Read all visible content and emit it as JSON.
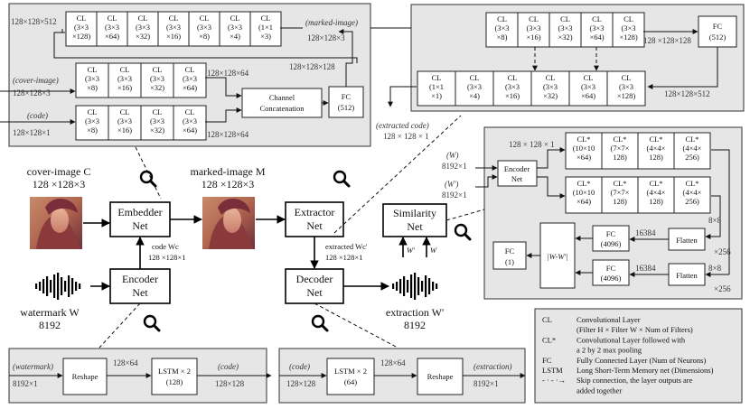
{
  "embed_panel": {
    "top_row": [
      {
        "t": "CL",
        "s": "(3×3",
        "u": "×128)"
      },
      {
        "t": "CL",
        "s": "(3×3",
        "u": "×64)"
      },
      {
        "t": "CL",
        "s": "(3×3",
        "u": "×32)"
      },
      {
        "t": "CL",
        "s": "(3×3",
        "u": "×16)"
      },
      {
        "t": "CL",
        "s": "(3×3",
        "u": "×8)"
      },
      {
        "t": "CL",
        "s": "(3×3",
        "u": "×4)"
      },
      {
        "t": "CL",
        "s": "(1×1",
        "u": "×3)"
      }
    ],
    "top_left_dim": "128×128×512",
    "marked_label": "(marked-image)",
    "marked_dim": "128×128×3",
    "fc_dim": "128×128×128",
    "cover_label": "(cover-image)",
    "cover_dim": "128×128×3",
    "cover_row": [
      {
        "t": "CL",
        "s": "(3×3",
        "u": "×8)"
      },
      {
        "t": "CL",
        "s": "(3×3",
        "u": "×16)"
      },
      {
        "t": "CL",
        "s": "(3×3",
        "u": "×32)"
      },
      {
        "t": "CL",
        "s": "(3×3",
        "u": "×64)"
      }
    ],
    "cover_out_dim": "128×128×64",
    "code_label": "(code)",
    "code_dim": "128×128×1",
    "code_row": [
      {
        "t": "CL",
        "s": "(3×3",
        "u": "×8)"
      },
      {
        "t": "CL",
        "s": "(3×3",
        "u": "×16)"
      },
      {
        "t": "CL",
        "s": "(3×3",
        "u": "×32)"
      },
      {
        "t": "CL",
        "s": "(3×3",
        "u": "×64)"
      }
    ],
    "code_out_dim": "128×128×64",
    "concat_line1": "Channel",
    "concat_line2": "Concatenation",
    "fc_line1": "FC",
    "fc_line2": "(512)"
  },
  "extract_panel": {
    "top_row": [
      {
        "t": "CL",
        "s": "(3×3",
        "u": "×8)"
      },
      {
        "t": "CL",
        "s": "(3×3",
        "u": "×16)"
      },
      {
        "t": "CL",
        "s": "(3×3",
        "u": "×32)"
      },
      {
        "t": "CL",
        "s": "(3×3",
        "u": "×64)"
      },
      {
        "t": "CL",
        "s": "(3×3",
        "u": "×128)"
      }
    ],
    "fc_line1": "FC",
    "fc_line2": "(512)",
    "fc_dim": "128 ×128×128",
    "bottom_row": [
      {
        "t": "CL",
        "s": "(1×1",
        "u": "×1)"
      },
      {
        "t": "CL",
        "s": "(3×3",
        "u": "×4)"
      },
      {
        "t": "CL",
        "s": "(3×3",
        "u": "×16)"
      },
      {
        "t": "CL",
        "s": "(3×3",
        "u": "×32)"
      },
      {
        "t": "CL",
        "s": "(3×3",
        "u": "×64)"
      },
      {
        "t": "CL",
        "s": "(3×3",
        "u": "×128)"
      }
    ],
    "bottom_dim": "128×128×512",
    "extracted_label": "(extracted code)",
    "extracted_dim": "128 × 128 × 1"
  },
  "similarity_panel": {
    "in_dim": "128 × 128 × 1",
    "w_label": "(W)",
    "w_dim": "8192×1",
    "wp_label": "(W')",
    "wp_dim": "8192×1",
    "encoder_line1": "Encoder",
    "encoder_line2": "Net",
    "row1": [
      {
        "t": "CL*",
        "s": "(10×10",
        "u": "×64)"
      },
      {
        "t": "CL*",
        "s": "(7×7×",
        "u": "128)"
      },
      {
        "t": "CL*",
        "s": "(4×4×",
        "u": "128)"
      },
      {
        "t": "CL*",
        "s": "(4×4×",
        "u": "256)"
      }
    ],
    "row2": [
      {
        "t": "CL*",
        "s": "(10×10",
        "u": "×64)"
      },
      {
        "t": "CL*",
        "s": "(7×7×",
        "u": "128)"
      },
      {
        "t": "CL*",
        "s": "(4×4×",
        "u": "128)"
      },
      {
        "t": "CL*",
        "s": "(4×4×",
        "u": "256)"
      }
    ],
    "fc1_line1": "FC",
    "fc1_line2": "(4096)",
    "fc2_line1": "FC",
    "fc2_line2": "(4096)",
    "flatten1": "Flatten",
    "flatten2": "Flatten",
    "flat_dim1": "16384",
    "flat_dim2": "16384",
    "pool_dim1a": "8×8",
    "pool_dim1b": "×256",
    "pool_dim2a": "8×8",
    "pool_dim2b": "×256",
    "diff": "|W-W'|",
    "fc_out_line1": "FC",
    "fc_out_line2": "(1)"
  },
  "main_flow": {
    "cover_title": "cover-image C",
    "cover_dim": "128 ×128×3",
    "marked_title": "marked-image M",
    "marked_dim": "128 ×128×3",
    "embedder_line1": "Embedder",
    "embedder_line2": "Net",
    "extractor_line1": "Extractor",
    "extractor_line2": "Net",
    "similarity_line1": "Similarity",
    "similarity_line2": "Net",
    "encoder_line1": "Encoder",
    "encoder_line2": "Net",
    "decoder_line1": "Decoder",
    "decoder_line2": "Net",
    "code_label": "code Wc",
    "code_dim": "128 ×128×1",
    "extracted_label": "extracted Wc'",
    "extracted_dim": "128 ×128×1",
    "w_prime": "W'",
    "w": "W",
    "watermark_title": "watermark W",
    "watermark_dim": "8192",
    "extraction_title": "extraction W'",
    "extraction_dim": "8192"
  },
  "encoder_panel": {
    "in_label": "(watermark)",
    "in_dim": "8192×1",
    "reshape": "Reshape",
    "mid_dim": "128×64",
    "lstm_line1": "LSTM × 2",
    "lstm_line2": "(128)",
    "out_label": "(code)",
    "out_dim": "128×128"
  },
  "decoder_panel": {
    "in_label": "(code)",
    "in_dim": "128×128",
    "lstm_line1": "LSTM × 2",
    "lstm_line2": "(64)",
    "mid_dim": "128×64",
    "reshape": "Reshape",
    "out_label": "(extraction)",
    "out_dim": "8192×1"
  },
  "legend": [
    {
      "key": "CL",
      "desc": "Convolutional Layer"
    },
    {
      "key": "",
      "desc": "(Filter H × Filter W × Num of Filters)"
    },
    {
      "key": "CL*",
      "desc": "Convolutional Layer followed with"
    },
    {
      "key": "",
      "desc": "a 2 by 2 max pooling"
    },
    {
      "key": "FC",
      "desc": "Fully Connected Layer (Num of Neurons)"
    },
    {
      "key": "LSTM",
      "desc": "Long Short-Term Memory net (Dimensions)"
    },
    {
      "key": "- · - ·→",
      "desc": "Skip connection, the layer outputs are"
    },
    {
      "key": "",
      "desc": "added together"
    }
  ],
  "icons": [
    "magnifier-icon",
    "waveform-icon",
    "portrait-image"
  ]
}
